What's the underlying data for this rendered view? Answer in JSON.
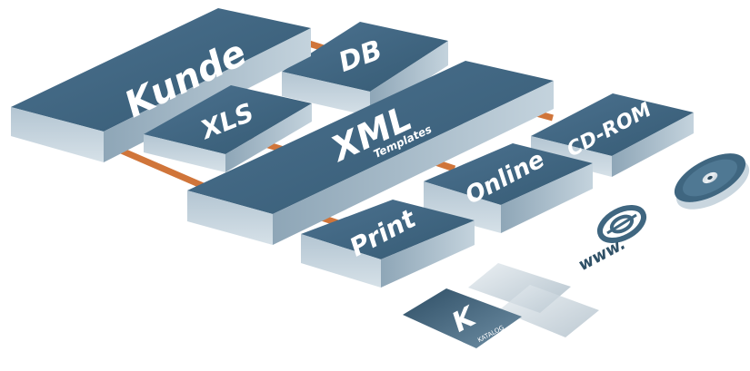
{
  "diagram": {
    "blocks": {
      "kunde": "Kunde",
      "db": "DB",
      "xls": "XLS",
      "xml": "XML",
      "xml_sub": "Templates",
      "cdrom": "CD-ROM",
      "online": "Online",
      "print": "Print"
    },
    "icons": {
      "www_label": "www.",
      "katalog_letter": "K",
      "katalog_label": "KATALOG"
    },
    "colors": {
      "block_top": "#3f6680",
      "block_side": "#9fb6c5",
      "connector": "#d0753a"
    }
  }
}
